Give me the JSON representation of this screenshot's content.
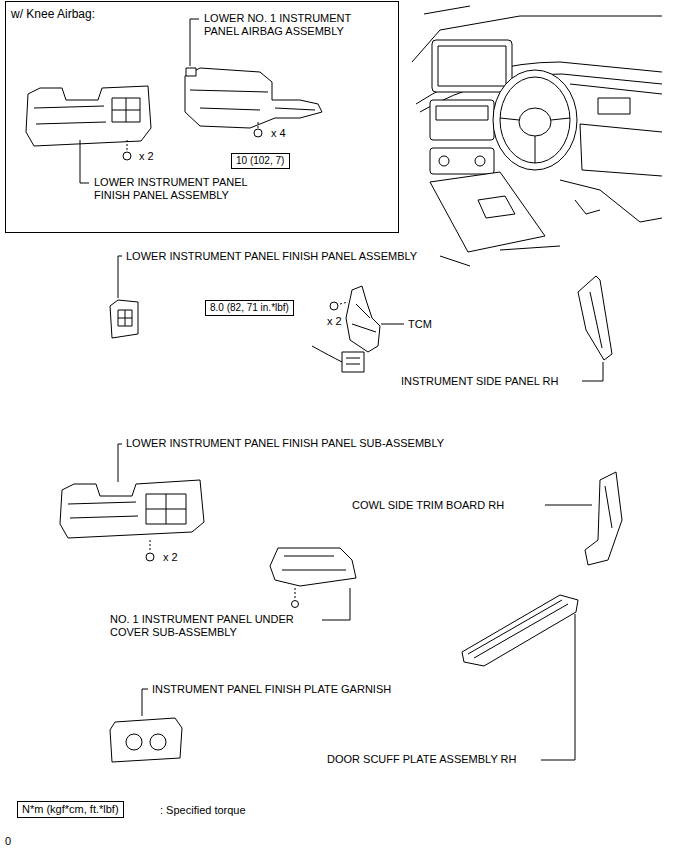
{
  "diagram": {
    "nodes": [
      {
        "text": [
          "w/ Knee Airbag:"
        ]
      },
      {
        "text": [
          "10 (102, 7)"
        ],
        "in": 0
      },
      {
        "text": [
          "8.0 (82, 71 in.*lbf)"
        ]
      },
      {
        "text": [
          "N*m (kgf*cm, ft.*lbf)"
        ]
      }
    ],
    "labels": [
      "LOWER NO. 1 INSTRUMENT PANEL AIRBAG ASSEMBLY",
      "x 4",
      "x 2",
      "LOWER INSTRUMENT PANEL FINISH PANEL ASSEMBLY",
      "LOWER INSTRUMENT PANEL FINISH PANEL ASSEMBLY",
      "x 2",
      "TCM",
      "INSTRUMENT SIDE PANEL RH",
      "LOWER INSTRUMENT PANEL FINISH PANEL SUB-ASSEMBLY",
      "x 2",
      "COWL SIDE TRIM BOARD RH",
      "NO. 1 INSTRUMENT PANEL UNDER COVER SUB-ASSEMBLY",
      "INSTRUMENT PANEL FINISH PLATE GARNISH",
      "DOOR SCUFF PLATE ASSEMBLY RH",
      ": Specified torque",
      "0"
    ]
  }
}
